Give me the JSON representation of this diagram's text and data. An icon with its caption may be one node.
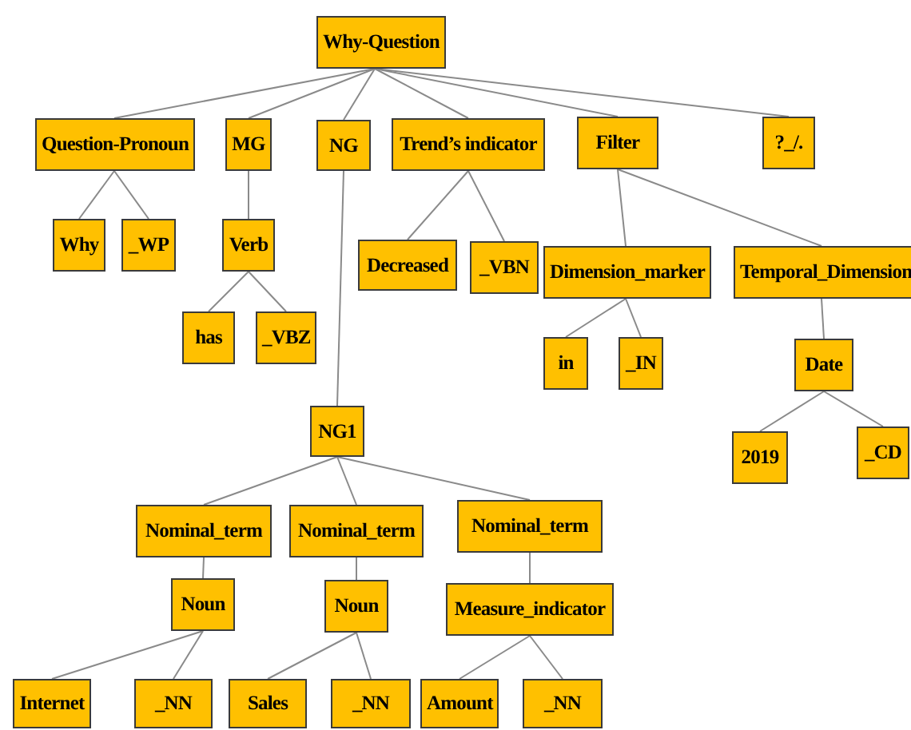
{
  "diagram": {
    "nodes": [
      {
        "text": [
          "Why-Question"
        ]
      },
      {
        "text": [
          "Question-Pronoun"
        ]
      },
      {
        "text": [
          "MG"
        ]
      },
      {
        "text": [
          "NG"
        ]
      },
      {
        "text": [
          "Trend’s indicator"
        ]
      },
      {
        "text": [
          "Filter"
        ]
      },
      {
        "text": [
          "?_/."
        ]
      },
      {
        "text": [
          "Why"
        ]
      },
      {
        "text": [
          "_WP"
        ]
      },
      {
        "text": [
          "Verb"
        ]
      },
      {
        "text": [
          "has"
        ]
      },
      {
        "text": [
          "_VBZ"
        ]
      },
      {
        "text": [
          "Decreased"
        ]
      },
      {
        "text": [
          "_VBN"
        ]
      },
      {
        "text": [
          "Dimension_marker"
        ]
      },
      {
        "text": [
          "Temporal_Dimension"
        ]
      },
      {
        "text": [
          "in"
        ]
      },
      {
        "text": [
          "_IN"
        ]
      },
      {
        "text": [
          "Date"
        ]
      },
      {
        "text": [
          "2019"
        ]
      },
      {
        "text": [
          "_CD"
        ]
      },
      {
        "text": [
          "NG1"
        ]
      },
      {
        "text": [
          "Nominal_term"
        ]
      },
      {
        "text": [
          "Nominal_term"
        ]
      },
      {
        "text": [
          "Nominal_term"
        ]
      },
      {
        "text": [
          "Noun"
        ]
      },
      {
        "text": [
          "Noun"
        ]
      },
      {
        "text": [
          "Measure_indicator"
        ]
      },
      {
        "text": [
          "Internet"
        ]
      },
      {
        "text": [
          "_NN"
        ]
      },
      {
        "text": [
          "Sales"
        ]
      },
      {
        "text": [
          "_NN"
        ]
      },
      {
        "text": [
          "Amount"
        ]
      },
      {
        "text": [
          "_NN"
        ]
      }
    ],
    "edges": [
      {
        "from": 0,
        "to": 1,
        "arrow": "none"
      },
      {
        "from": 0,
        "to": 2,
        "arrow": "none"
      },
      {
        "from": 0,
        "to": 3,
        "arrow": "none"
      },
      {
        "from": 0,
        "to": 4,
        "arrow": "none"
      },
      {
        "from": 0,
        "to": 5,
        "arrow": "none"
      },
      {
        "from": 0,
        "to": 6,
        "arrow": "none"
      },
      {
        "from": 1,
        "to": 7,
        "arrow": "none"
      },
      {
        "from": 1,
        "to": 8,
        "arrow": "none"
      },
      {
        "from": 2,
        "to": 9,
        "arrow": "none"
      },
      {
        "from": 9,
        "to": 10,
        "arrow": "none"
      },
      {
        "from": 9,
        "to": 11,
        "arrow": "none"
      },
      {
        "from": 4,
        "to": 12,
        "arrow": "none"
      },
      {
        "from": 4,
        "to": 13,
        "arrow": "none"
      },
      {
        "from": 5,
        "to": 14,
        "arrow": "none"
      },
      {
        "from": 5,
        "to": 15,
        "arrow": "none"
      },
      {
        "from": 14,
        "to": 16,
        "arrow": "none"
      },
      {
        "from": 14,
        "to": 17,
        "arrow": "none"
      },
      {
        "from": 15,
        "to": 18,
        "arrow": "none"
      },
      {
        "from": 18,
        "to": 19,
        "arrow": "none"
      },
      {
        "from": 18,
        "to": 20,
        "arrow": "none"
      },
      {
        "from": 3,
        "to": 21,
        "arrow": "none"
      },
      {
        "from": 21,
        "to": 22,
        "arrow": "none"
      },
      {
        "from": 21,
        "to": 23,
        "arrow": "none"
      },
      {
        "from": 21,
        "to": 24,
        "arrow": "none"
      },
      {
        "from": 22,
        "to": 25,
        "arrow": "none"
      },
      {
        "from": 23,
        "to": 26,
        "arrow": "none"
      },
      {
        "from": 24,
        "to": 27,
        "arrow": "none"
      },
      {
        "from": 25,
        "to": 28,
        "arrow": "none"
      },
      {
        "from": 25,
        "to": 29,
        "arrow": "none"
      },
      {
        "from": 26,
        "to": 30,
        "arrow": "none"
      },
      {
        "from": 26,
        "to": 31,
        "arrow": "none"
      },
      {
        "from": 27,
        "to": 32,
        "arrow": "none"
      },
      {
        "from": 27,
        "to": 33,
        "arrow": "none"
      }
    ]
  }
}
